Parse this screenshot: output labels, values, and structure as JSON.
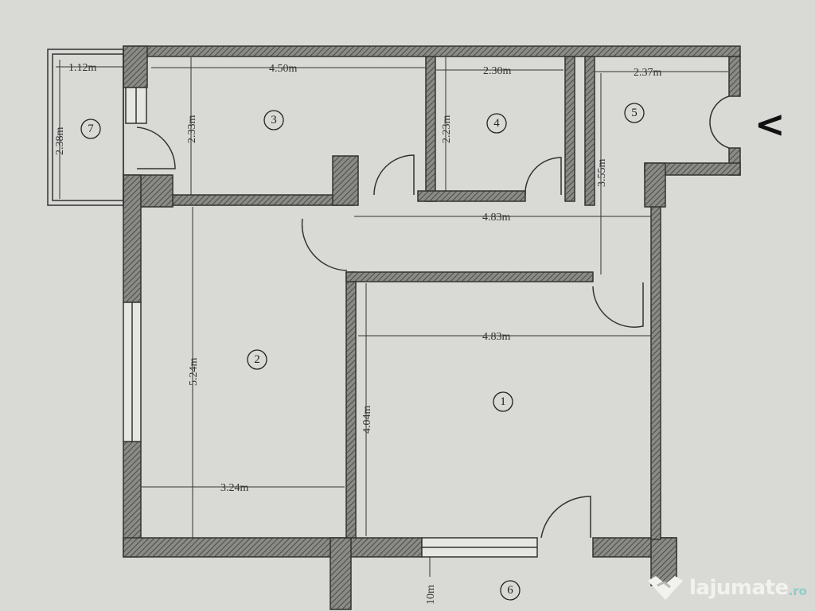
{
  "plan": {
    "rooms": [
      {
        "number": "1"
      },
      {
        "number": "2"
      },
      {
        "number": "3"
      },
      {
        "number": "4"
      },
      {
        "number": "5"
      },
      {
        "number": "6"
      },
      {
        "number": "7"
      }
    ],
    "dimensions": {
      "room7_width": "1.12m",
      "room7_height": "2.38m",
      "room3_width": "4.50m",
      "room3_height": "2.33m",
      "room4_width": "2.30m",
      "room4_height": "2.23m",
      "room5_width": "2.37m",
      "hall_height": "3.55m",
      "hall_width": "4.83m",
      "room1_width": "4.83m",
      "room1_height": "4.04m",
      "room2_height": "5.24m",
      "room2_width": "3.24m",
      "room6_partial": "10m"
    },
    "entrance_marker": "<"
  },
  "watermark": {
    "brand": "lajumate",
    "tld": ".ro"
  },
  "colors": {
    "paper": "#d9d9d5",
    "wall": "#6e6e6a",
    "line": "#333333"
  }
}
